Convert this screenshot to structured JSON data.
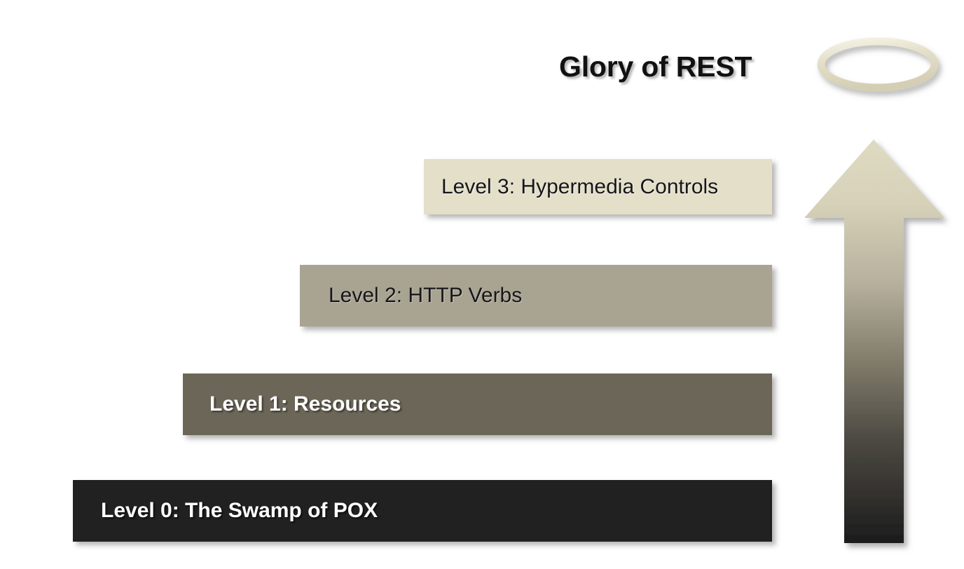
{
  "diagram": {
    "title": "Glory of REST",
    "background_color": "#ffffff",
    "title_color": "#111111"
  },
  "halo": {
    "icon_name": "halo-ring-icon",
    "fill_color": "#e0dcc4",
    "highlight_color": "#f3f0e2"
  },
  "arrow": {
    "icon_name": "upward-arrow-icon",
    "direction": "up",
    "gradient_top_color": "#dedac2",
    "gradient_mid_color": "#6b6657",
    "gradient_bottom_color": "#1d1d1d"
  },
  "levels": [
    {
      "id": "level-3",
      "label": "Level 3: Hypermedia Controls",
      "background_color": "#e3dfc8",
      "text_color": "#16161a"
    },
    {
      "id": "level-2",
      "label": "Level 2: HTTP Verbs",
      "background_color": "#a9a391",
      "text_color": "#17171b"
    },
    {
      "id": "level-1",
      "label": "Level 1: Resources",
      "background_color": "#6b6657",
      "text_color": "#ffffff"
    },
    {
      "id": "level-0",
      "label": "Level 0: The Swamp of POX",
      "background_color": "#212121",
      "text_color": "#ffffff"
    }
  ],
  "chart_data": {
    "type": "bar",
    "title": "Glory of REST",
    "orientation": "horizontal",
    "categories": [
      "Level 0: The Swamp of POX",
      "Level 1: Resources",
      "Level 2: HTTP Verbs",
      "Level 3: Hypermedia Controls"
    ],
    "values": [
      998,
      841,
      674,
      497
    ],
    "xlabel": "",
    "ylabel": "",
    "legend": "none",
    "grid": false,
    "notes": "Richardson Maturity Model staircase; bar widths decrease as maturity level increases, all right-aligned; an upward arrow at right ascends toward a halo labelled Glory of REST."
  }
}
